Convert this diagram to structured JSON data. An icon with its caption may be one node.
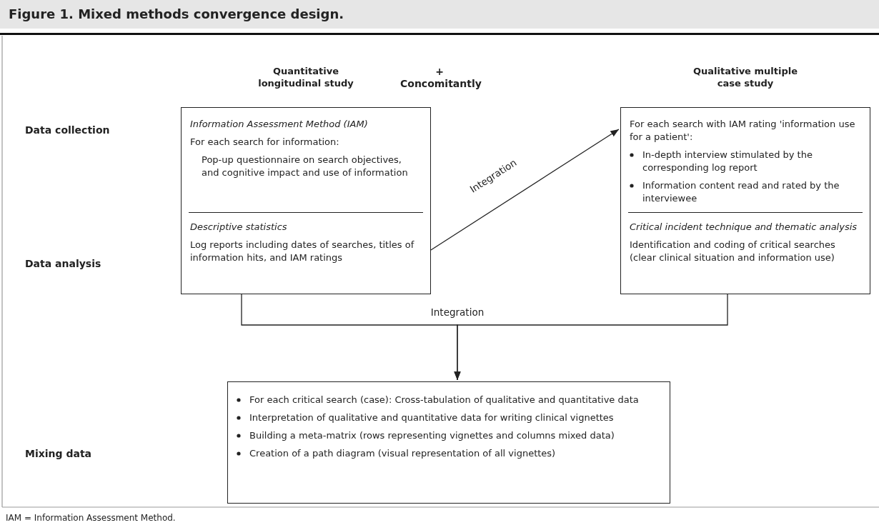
{
  "diagram": {
    "title": "Figure 1. Mixed methods convergence design.",
    "caption": "IAM = Information Assessment Method.",
    "nodes": [
      {
        "text": [
          "Quantitative longitudinal study",
          "Information Assessment Method (IAM)",
          "For each search for information:",
          "Pop-up questionnaire on search objectives, and cognitive impact and use of information",
          "Descriptive statistics",
          "Log reports including dates of searches, titles of information hits, and IAM ratings"
        ]
      },
      {
        "text": [
          "Qualitative multiple case study",
          "For each search with IAM rating 'information use for a patient':",
          "In-depth interview stimulated by the corresponding log report",
          "Information content read and rated by the interviewee",
          "Critical incident technique and thematic analysis",
          "Identification and coding of critical searches (clear clinical situation and information use)"
        ]
      },
      {
        "text": [
          "For each critical search (case): Cross-tabulation of qualitative and quantitative data",
          "Interpretation of qualitative and quantitative data for writing clinical vignettes",
          "Building a meta-matrix (rows representing vignettes and columns mixed data)",
          "Creation of a path diagram (visual representation of all vignettes)"
        ]
      }
    ],
    "edges": [
      {
        "from": 0,
        "to": 1,
        "arrow": "to",
        "label": "Integration"
      },
      {
        "from": 0,
        "to": 2,
        "arrow": "to",
        "label": "Integration"
      },
      {
        "from": 1,
        "to": 2,
        "arrow": "to"
      }
    ],
    "labels": [
      "+ Concomitantly",
      "Data collection",
      "Data analysis",
      "Mixing data"
    ]
  }
}
